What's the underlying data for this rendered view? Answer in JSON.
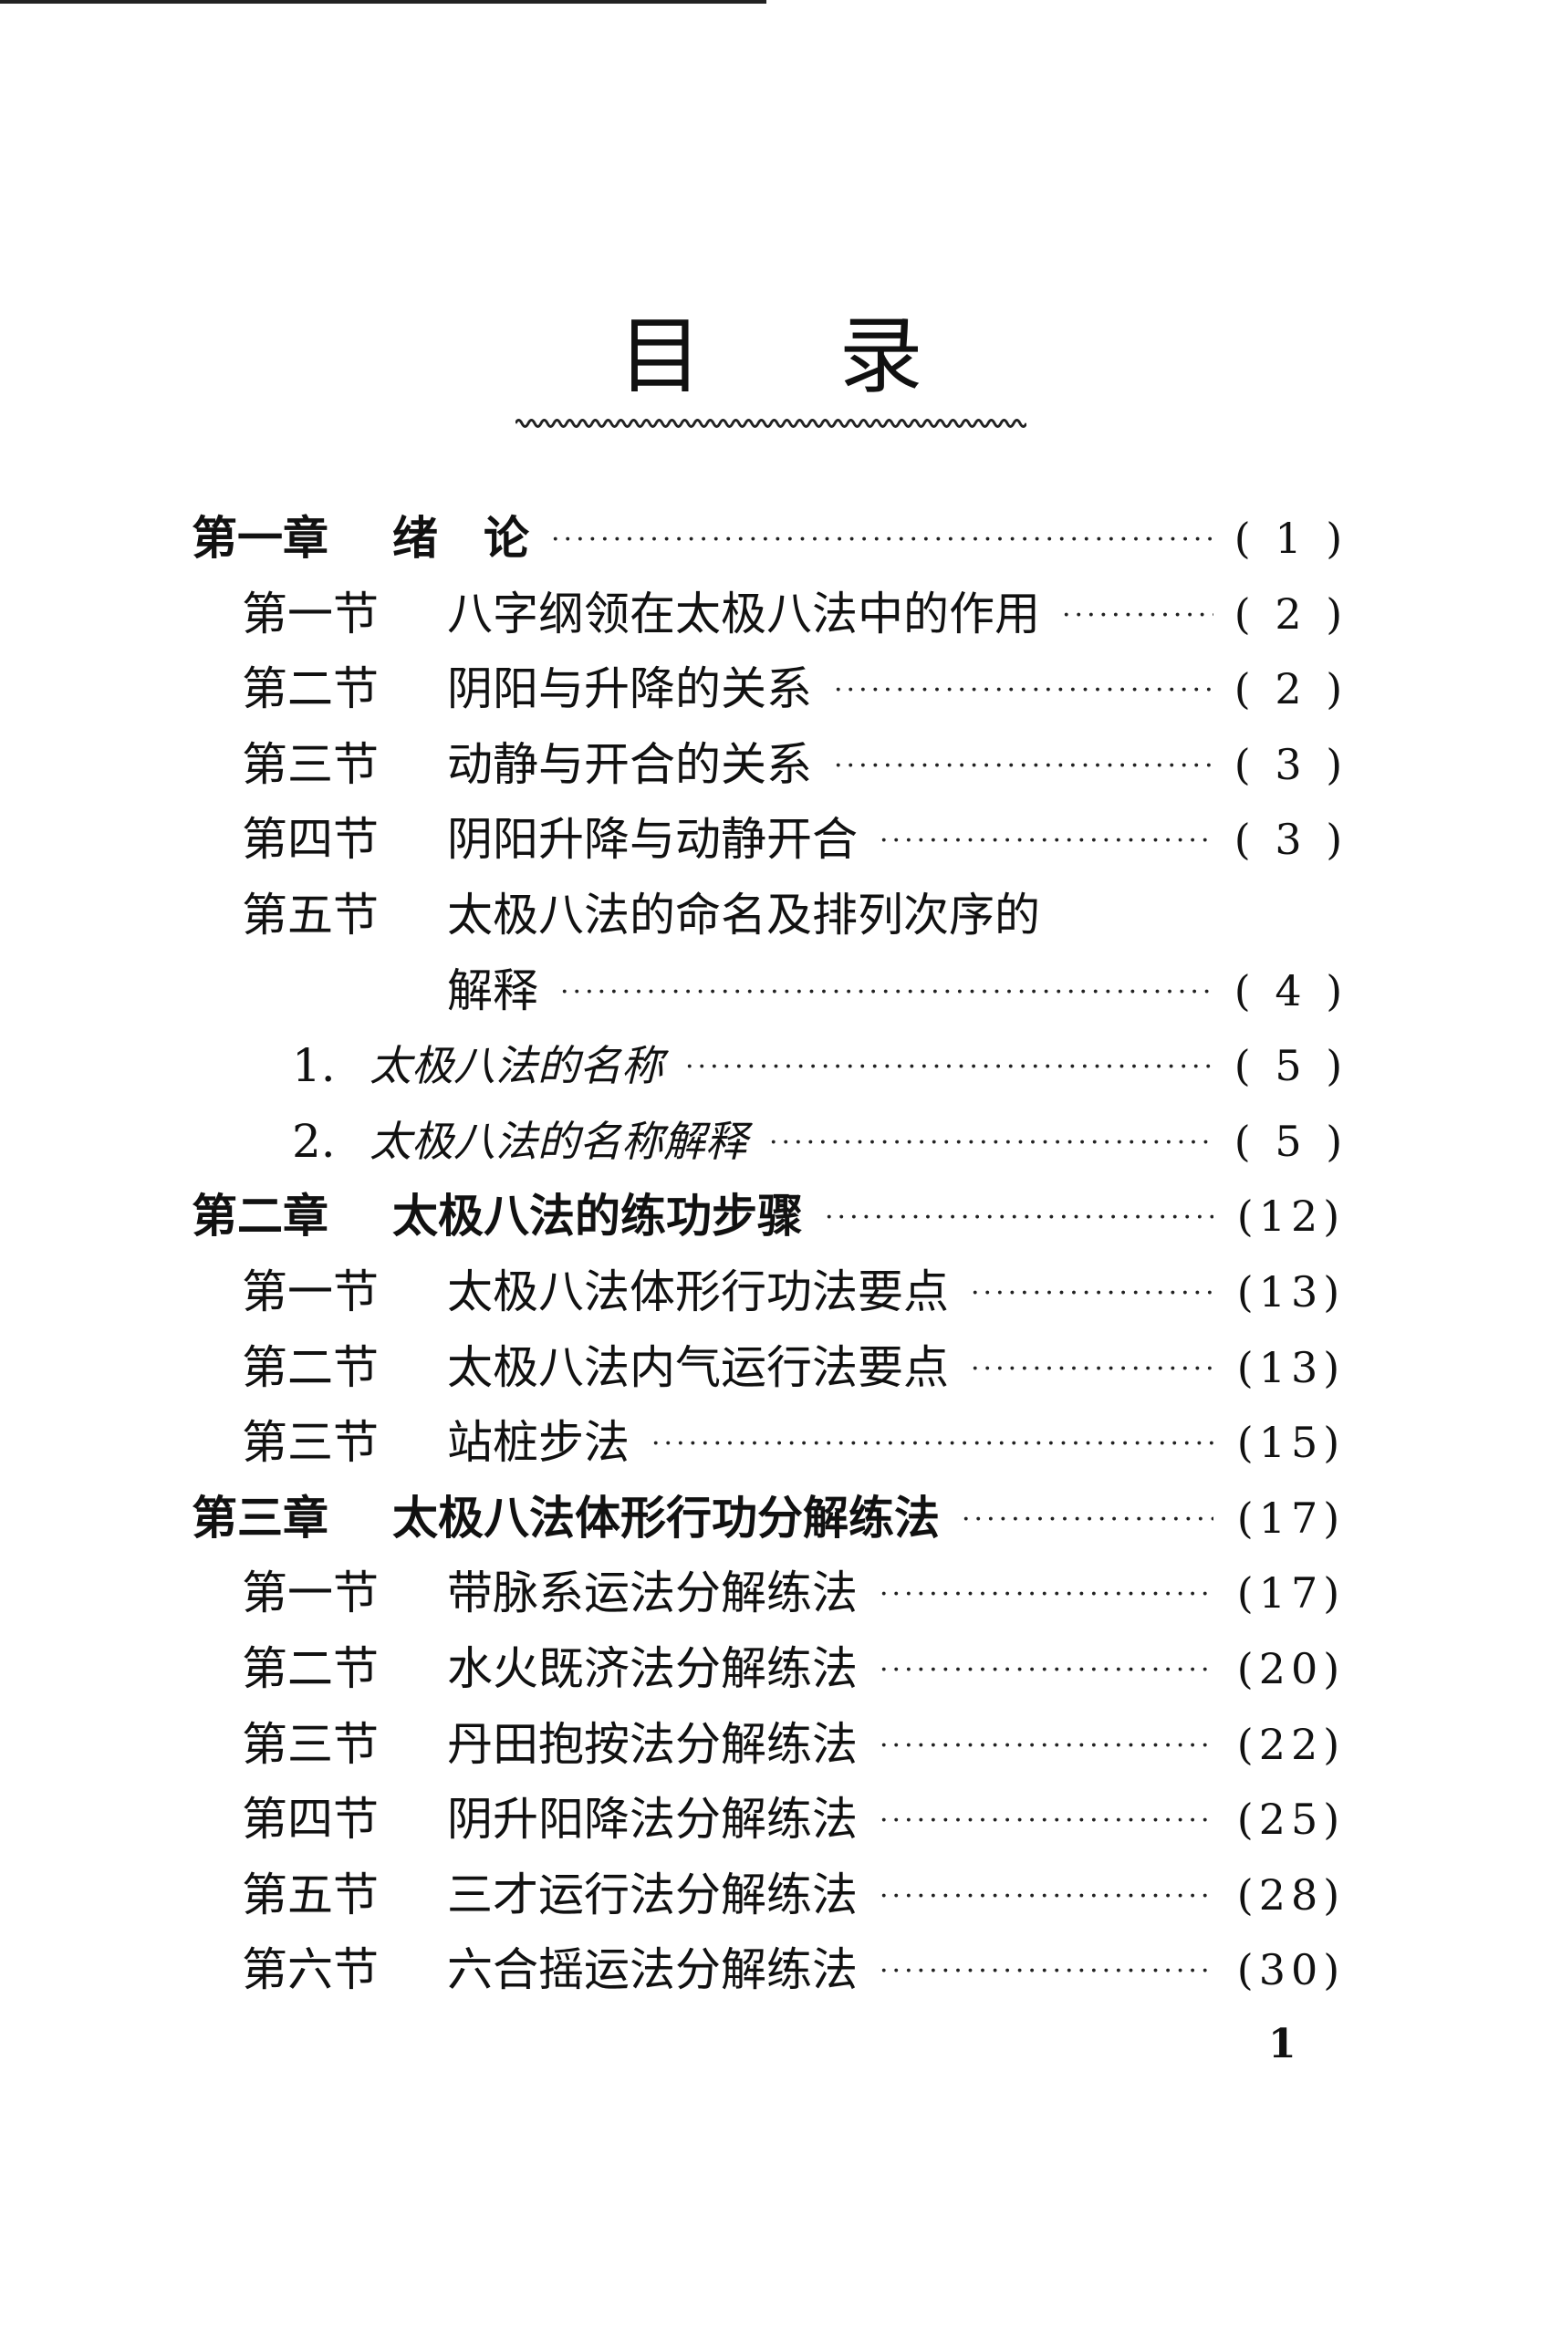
{
  "title": {
    "left": "目",
    "right": "录"
  },
  "entries": [
    {
      "kind": "chapter",
      "label": "第一章",
      "title": "绪　论",
      "page": "( 1 )"
    },
    {
      "kind": "section",
      "label": "第一节",
      "title": "八字纲领在太极八法中的作用",
      "page": "( 2 )"
    },
    {
      "kind": "section",
      "label": "第二节",
      "title": "阴阳与升降的关系",
      "page": "( 2 )"
    },
    {
      "kind": "section",
      "label": "第三节",
      "title": "动静与开合的关系",
      "page": "( 3 )"
    },
    {
      "kind": "section",
      "label": "第四节",
      "title": "阴阳升降与动静开合",
      "page": "( 3 )"
    },
    {
      "kind": "section",
      "label": "第五节",
      "title": "太极八法的命名及排列次序的",
      "page": ""
    },
    {
      "kind": "continuation",
      "label": "",
      "title": "解释",
      "page": "( 4 )"
    },
    {
      "kind": "sub",
      "label": "1.",
      "title": "太极八法的名称",
      "page": "( 5 )"
    },
    {
      "kind": "sub",
      "label": "2.",
      "title": "太极八法的名称解释",
      "page": "( 5 )"
    },
    {
      "kind": "chapter",
      "label": "第二章",
      "title": "太极八法的练功步骤",
      "page": "(12)"
    },
    {
      "kind": "section",
      "label": "第一节",
      "title": "太极八法体形行功法要点",
      "page": "(13)"
    },
    {
      "kind": "section",
      "label": "第二节",
      "title": "太极八法内气运行法要点",
      "page": "(13)"
    },
    {
      "kind": "section",
      "label": "第三节",
      "title": "站桩步法",
      "page": "(15)"
    },
    {
      "kind": "chapter",
      "label": "第三章",
      "title": "太极八法体形行功分解练法",
      "page": "(17)"
    },
    {
      "kind": "section",
      "label": "第一节",
      "title": "带脉系运法分解练法",
      "page": "(17)"
    },
    {
      "kind": "section",
      "label": "第二节",
      "title": "水火既济法分解练法",
      "page": "(20)"
    },
    {
      "kind": "section",
      "label": "第三节",
      "title": "丹田抱按法分解练法",
      "page": "(22)"
    },
    {
      "kind": "section",
      "label": "第四节",
      "title": "阴升阳降法分解练法",
      "page": "(25)"
    },
    {
      "kind": "section",
      "label": "第五节",
      "title": "三才运行法分解练法",
      "page": "(28)"
    },
    {
      "kind": "section",
      "label": "第六节",
      "title": "六合摇运法分解练法",
      "page": "(30)"
    }
  ],
  "page_number": "1"
}
